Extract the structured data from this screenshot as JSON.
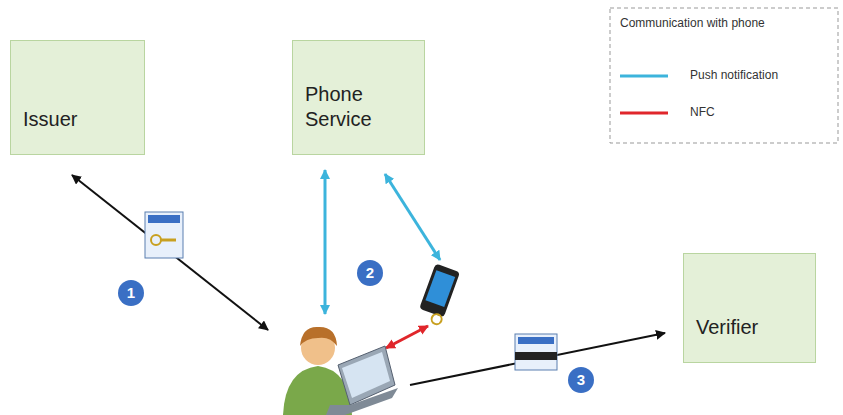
{
  "diagram": {
    "nodes": [
      {
        "text": [
          "Issuer"
        ]
      },
      {
        "text": [
          "Phone Service"
        ]
      },
      {
        "text": [
          "Verifier"
        ]
      }
    ],
    "labels": [
      "Communication with phone",
      "1",
      "2",
      "3"
    ],
    "legend": [
      {
        "text": "Push notification"
      },
      {
        "text": "NFC"
      }
    ]
  }
}
